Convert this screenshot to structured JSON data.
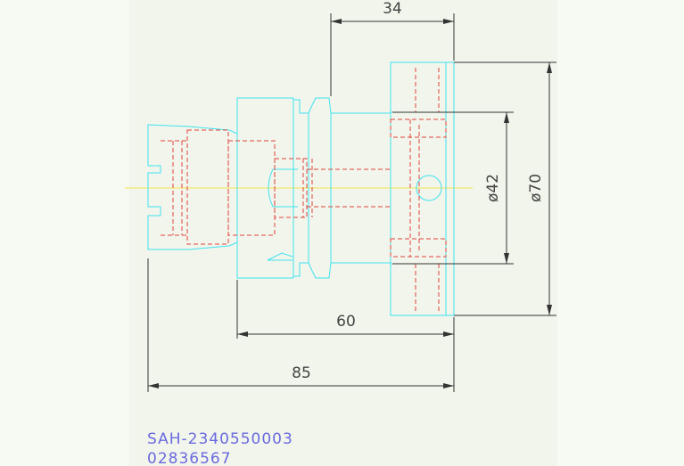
{
  "drawing": {
    "dimensions": {
      "top_width": "34",
      "shank_length": "60",
      "overall_length": "85",
      "dia_pcd": "ø42",
      "dia_flange": "ø70"
    },
    "part_number": "SAH-2340550003",
    "part_code": "02836567",
    "colors": {
      "outline": "#3fe2f0",
      "hidden": "#e0443c",
      "centerline": "#f2e24a",
      "dimension": "#333333",
      "label": "#6a6adf"
    }
  }
}
